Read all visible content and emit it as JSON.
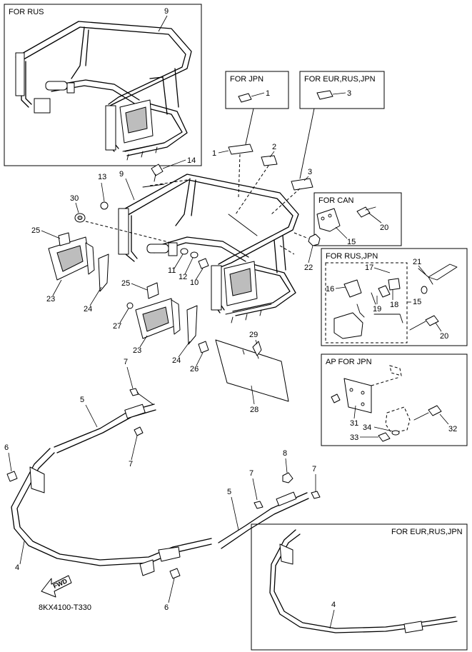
{
  "boxes": {
    "rus": "FOR RUS",
    "jpn": "FOR JPN",
    "eur_rus_jpn_top": "FOR EUR,RUS,JPN",
    "can": "FOR CAN",
    "rus_jpn": "FOR RUS,JPN",
    "ap_jpn": "AP FOR JPN",
    "eur_rus_jpn_bottom": "FOR EUR,RUS,JPN"
  },
  "callouts": {
    "c9a": "9",
    "c1box": "1",
    "c3box": "3",
    "c1": "1",
    "c2": "2",
    "c3": "3",
    "c14": "14",
    "c13": "13",
    "c9b": "9",
    "c30": "30",
    "c25a": "25",
    "c23a": "23",
    "c24a": "24",
    "c11": "11",
    "c12": "12",
    "c10": "10",
    "c25b": "25",
    "c27": "27",
    "c23b": "23",
    "c24b": "24",
    "c26": "26",
    "c29": "29",
    "c28": "28",
    "c20a": "20",
    "c15a": "15",
    "c22": "22",
    "c21": "21",
    "c17": "17",
    "c16": "16",
    "c18": "18",
    "c19": "19",
    "c15b": "15",
    "c20b": "20",
    "c31": "31",
    "c34": "34",
    "c33": "33",
    "c32": "32",
    "c7a": "7",
    "c5a": "5",
    "c7b": "7",
    "c6a": "6",
    "c8": "8",
    "c7c": "7",
    "c7d": "7",
    "c5b": "5",
    "c4a": "4",
    "c6b": "6",
    "c4b": "4"
  },
  "fwd_label": "FWD",
  "diagram_code": "8KX4100-T330"
}
